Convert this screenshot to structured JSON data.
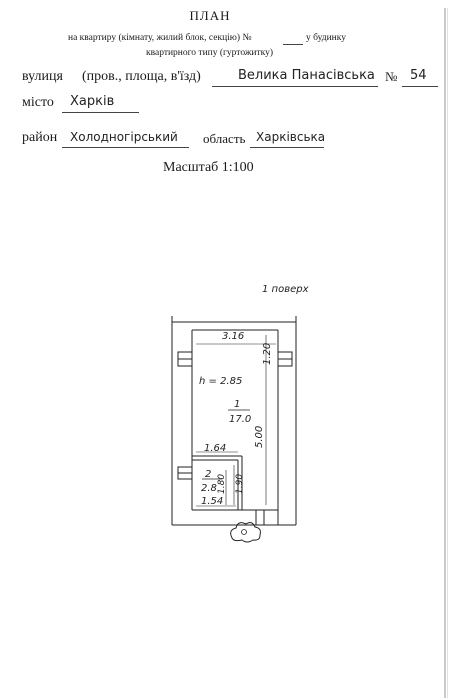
{
  "header": {
    "title": "ПЛАН",
    "line1_prefix": "на квартиру (кімнату, жилий блок, секцію) №",
    "line1_suffix": "у будинку",
    "line2": "квартирного типу (гуртожитку)"
  },
  "address": {
    "street_label": "вулиця",
    "street_type": "(пров., площа, в'їзд)",
    "street_value": "Велика Панасівська",
    "number_label": "№",
    "number_value": "54",
    "city_label": "місто",
    "city_value": "Харків",
    "district_label": "район",
    "district_value": "Холодногірський",
    "region_label": "область",
    "region_value": "Харківська"
  },
  "scale": "Масштаб 1:100",
  "plan": {
    "floor_label": "1 поверх",
    "height_label": "h = 2.85",
    "room1_number": "1",
    "room1_area": "17.0",
    "room2_number": "2",
    "room2_area": "2.8",
    "dimensions": {
      "top_width": "3.16",
      "top_depth": "1.20",
      "right_length": "5.00",
      "mid_width": "1.64",
      "bath_height_a": "1.80",
      "bath_height_b": "1.90",
      "bath_width": "1.54"
    }
  }
}
